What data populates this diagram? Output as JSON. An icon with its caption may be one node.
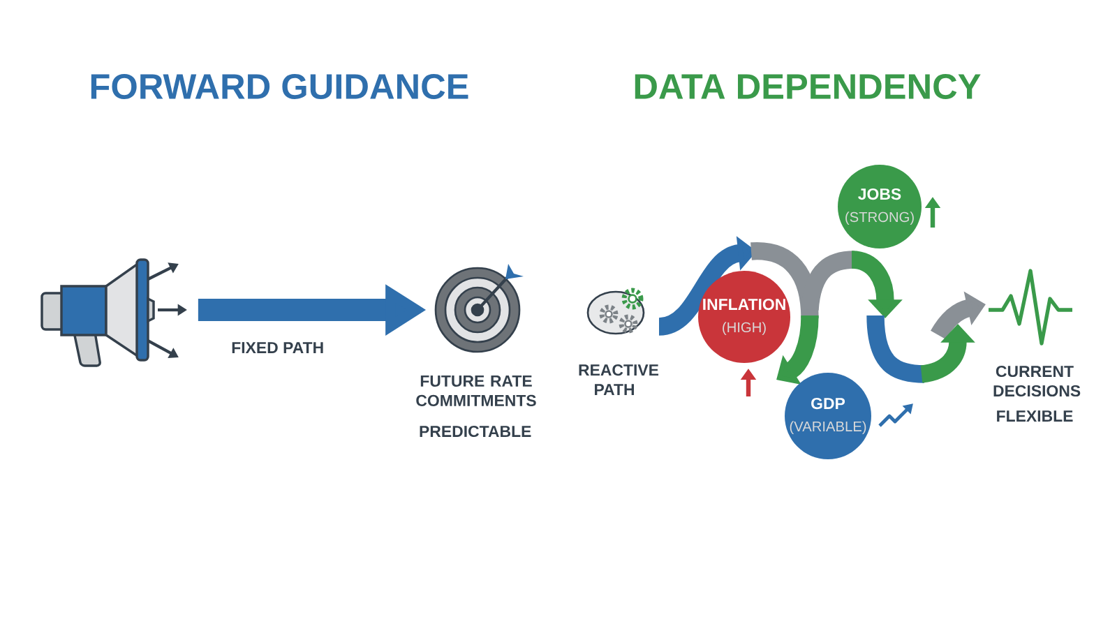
{
  "diagram": {
    "nodes": [
      {
        "text": [],
        "shape": "picture"
      },
      {
        "text": [
          "FUTURE RATE COMMITMENTS",
          "PREDICTABLE"
        ]
      },
      {
        "text": [
          "REACTIVE PATH"
        ]
      },
      {
        "text": [
          "INFLATION",
          "(HIGH)"
        ]
      },
      {
        "text": [
          "JOBS",
          "(STRONG)"
        ]
      },
      {
        "text": [
          "GDP",
          "(VARIABLE)"
        ]
      },
      {
        "text": [
          "CURRENT DECISIONS",
          "FLEXIBLE"
        ]
      }
    ],
    "edges": [
      {
        "from": 0,
        "to": 1,
        "arrow": "to",
        "label": "FIXED PATH"
      }
    ],
    "labels": [
      "FORWARD GUIDANCE",
      "DATA DEPENDENCY"
    ]
  }
}
